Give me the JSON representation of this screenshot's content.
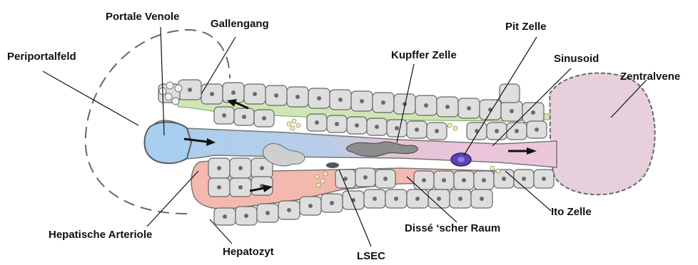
{
  "labels": {
    "portale_venole": "Portale Venole",
    "gallengang": "Gallengang",
    "pit_zelle": "Pit Zelle",
    "periportalfeld": "Periportalfeld",
    "kupffer_zelle": "Kupffer Zelle",
    "sinusoid": "Sinusoid",
    "zentralvene": "Zentralvene",
    "ito_zelle": "Ito Zelle",
    "disse_raum": "Dissé ‘scher Raum",
    "hepatische_arteriole": "Hepatische Arteriole",
    "hepatozyt": "Hepatozyt",
    "lsec": "LSEC"
  },
  "colors": {
    "portal_blue": "#a9cff0",
    "arterial_red": "#f5b8ae",
    "sinusoid_pink": "#ecc7dc",
    "central_vein": "#e9cfdd",
    "bile_green": "#cfe6b4",
    "hepatocyte": "#dedede",
    "pit_cell": "#5b43b8"
  }
}
